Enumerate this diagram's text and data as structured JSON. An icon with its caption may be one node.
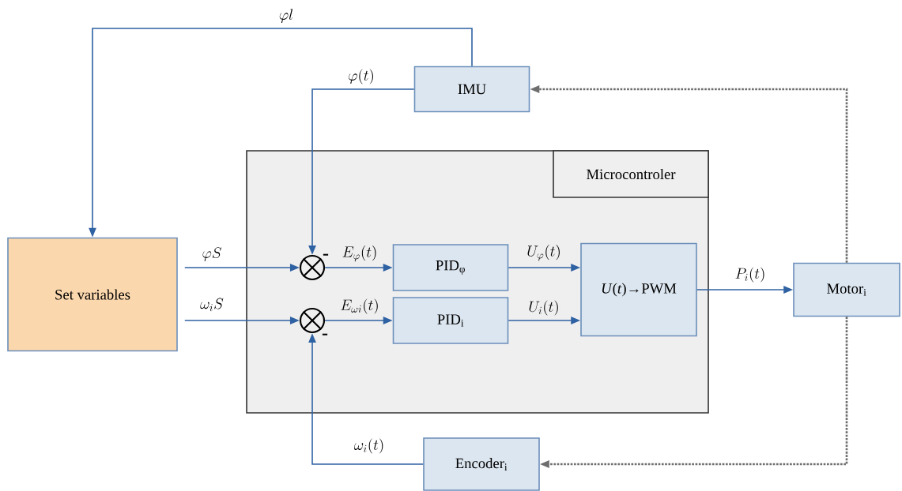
{
  "diagram": {
    "nodes": [
      {
        "text": [
          "Set variables"
        ]
      },
      {
        "text": [
          "Microcontroler"
        ]
      },
      {
        "text": [
          "IMU"
        ]
      },
      {
        "text": [],
        "shape": "circle",
        "in": 1
      },
      {
        "text": [],
        "shape": "circle",
        "in": 1
      },
      {
        "text": [
          "PID$_{φ}$"
        ],
        "in": 1
      },
      {
        "text": [
          "PID$_{i}$"
        ],
        "in": 1
      },
      {
        "text": [
          "*U*(*t*)→PWM"
        ],
        "in": 1
      },
      {
        "text": [
          "Motor$_{i}$"
        ]
      },
      {
        "text": [
          "Encoder$_{i}$"
        ]
      }
    ],
    "edges": [
      {
        "from": 2,
        "to": 0,
        "arrow": "to",
        "label": "\\varphi l"
      },
      {
        "from": 2,
        "to": 3,
        "arrow": "to",
        "label": "\\varphi(t)"
      },
      {
        "from": 0,
        "to": 3,
        "arrow": "to",
        "label": "\\varphi S"
      },
      {
        "from": 0,
        "to": 4,
        "arrow": "to",
        "label": "\\omega_i S"
      },
      {
        "from": 3,
        "to": 5,
        "arrow": "to",
        "label": "E_{\\varphi}(t)"
      },
      {
        "from": 4,
        "to": 6,
        "arrow": "to",
        "label": "E_{\\omega i}(t)"
      },
      {
        "from": 5,
        "to": 7,
        "arrow": "to",
        "label": "U_{\\varphi}(t)"
      },
      {
        "from": 6,
        "to": 7,
        "arrow": "to",
        "label": "U_i(t)"
      },
      {
        "from": 7,
        "to": 8,
        "arrow": "to",
        "label": "P_i(t)"
      },
      {
        "from": 8,
        "to": 2,
        "arrow": "to",
        "style": "dashed",
        "color": "#6e6e6e"
      },
      {
        "from": 8,
        "to": 9,
        "arrow": "to",
        "style": "dashed",
        "color": "#6e6e6e"
      },
      {
        "from": 9,
        "to": 4,
        "arrow": "to",
        "label": "\\omega_i(t)"
      }
    ],
    "labels": [
      "-",
      "-"
    ]
  }
}
